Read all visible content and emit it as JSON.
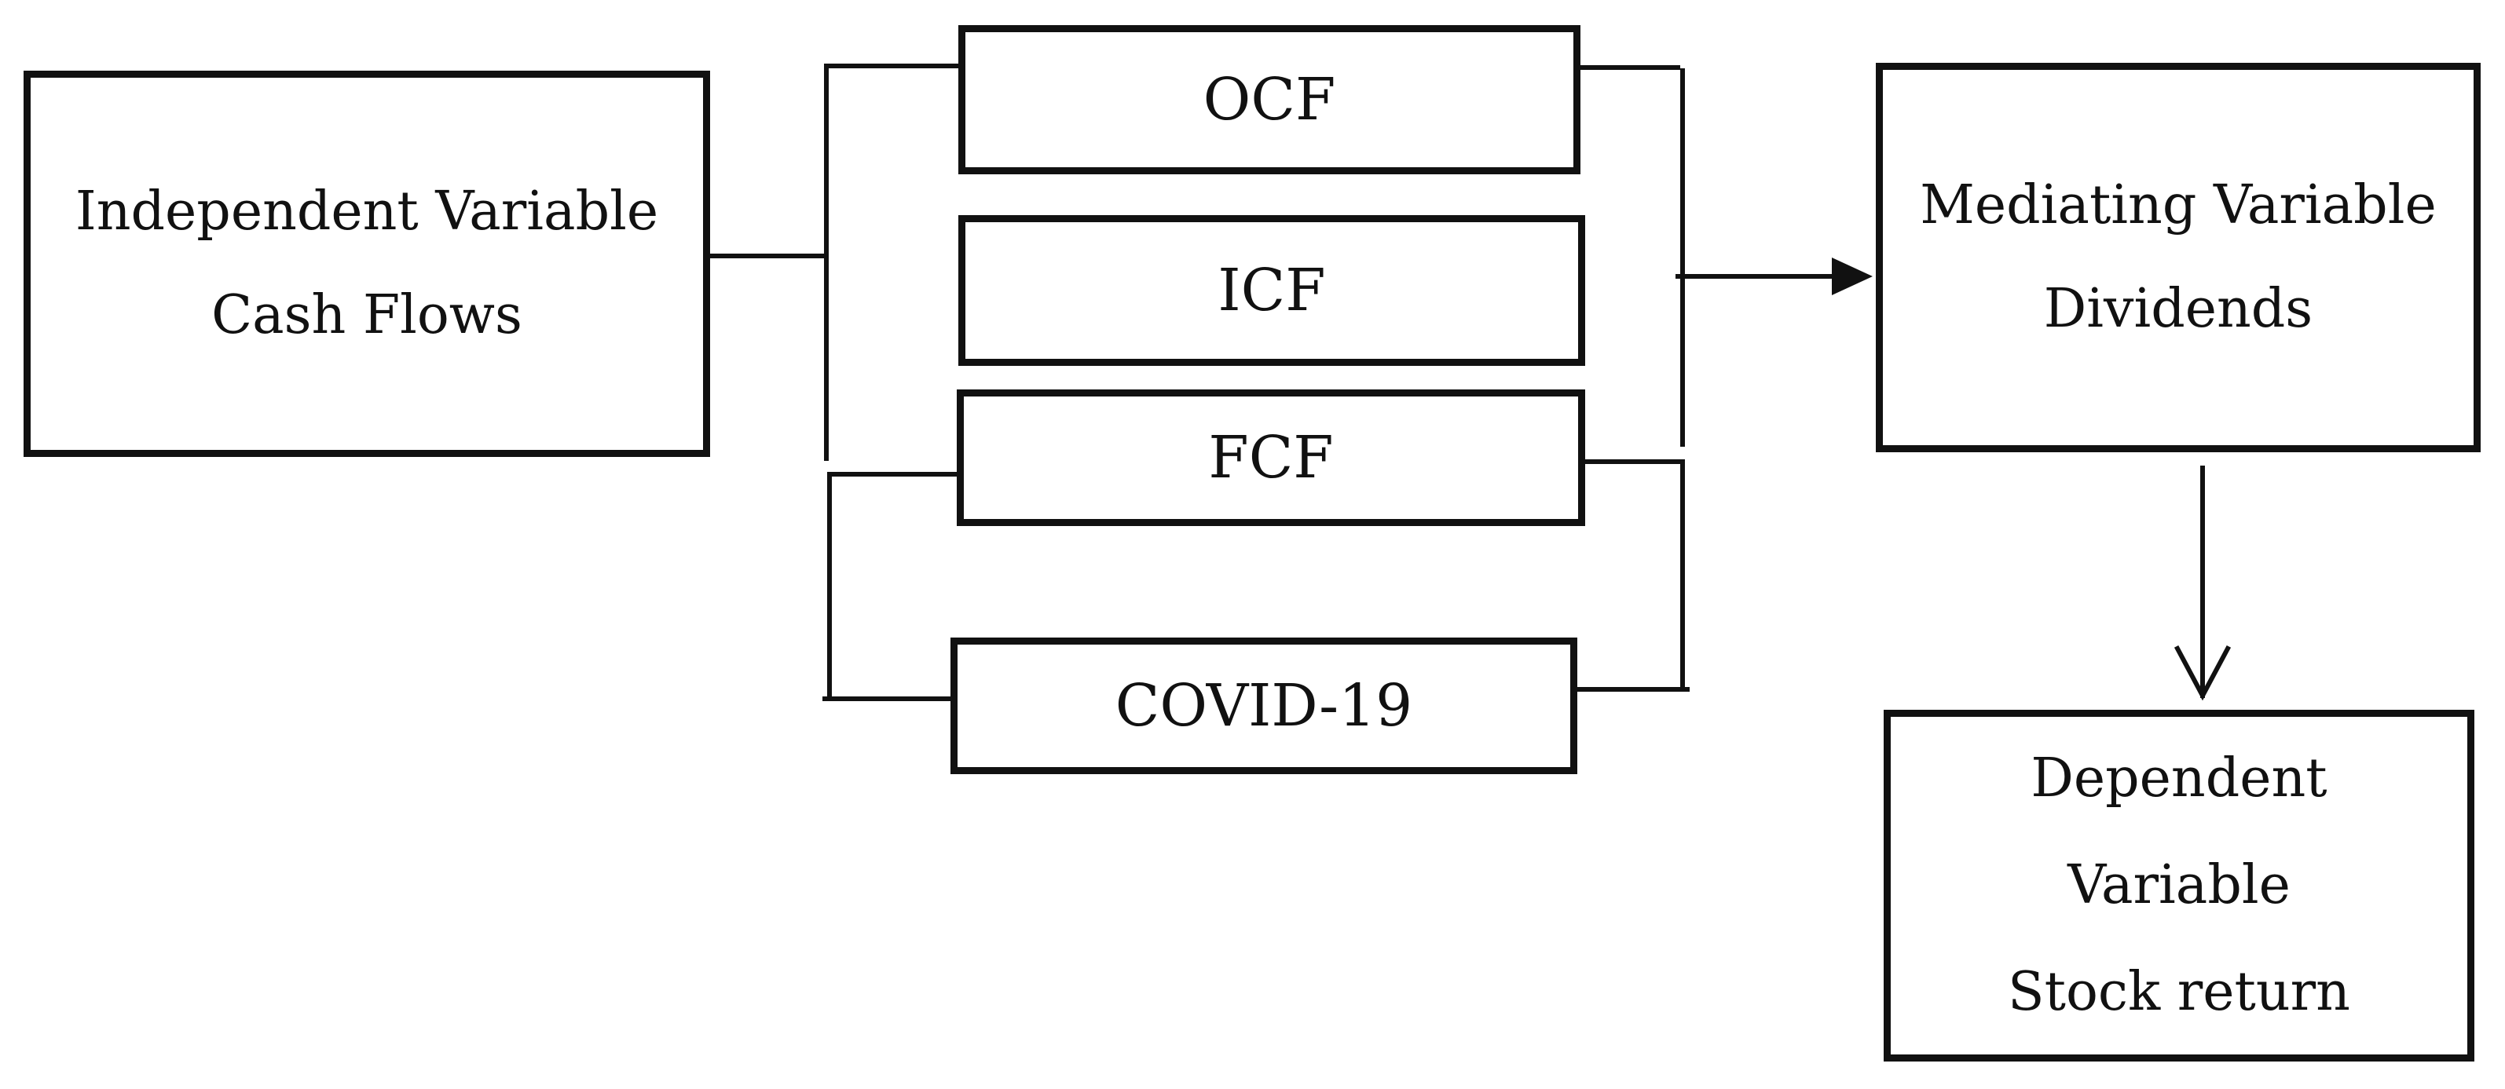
{
  "diagram": {
    "independent": {
      "line1": "Independent Variable",
      "line2": "Cash Flows"
    },
    "components": {
      "ocf": "OCF",
      "icf": "ICF",
      "fcf": "FCF",
      "covid": "COVID-19"
    },
    "mediating": {
      "line1": "Mediating Variable",
      "line2": "Dividends"
    },
    "dependent": {
      "line1": "Dependent",
      "line2": "Variable",
      "line3": "Stock return"
    },
    "colors": {
      "stroke": "#111111",
      "background": "#ffffff"
    }
  }
}
